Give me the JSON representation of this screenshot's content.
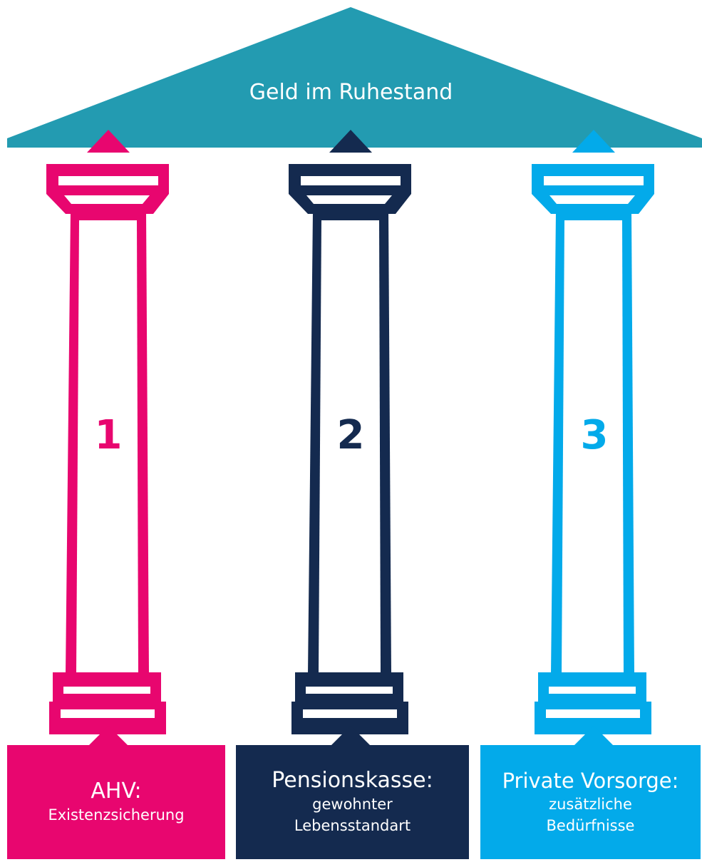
{
  "colors": {
    "roof": "#239bb1",
    "pillar_1": "#e8066f",
    "pillar_2": "#142a4f",
    "pillar_3": "#03aaea"
  },
  "roof": {
    "title": "Geld im Ruhestand"
  },
  "pillars": [
    {
      "number": "1",
      "title": "AHV:",
      "subtitle": "Existenzsicherung"
    },
    {
      "number": "2",
      "title": "Pensionskasse:",
      "subtitle": "gewohnter\nLebensstandart"
    },
    {
      "number": "3",
      "title": "Private Vorsorge:",
      "subtitle": "zusätzliche\nBedürfnisse"
    }
  ]
}
